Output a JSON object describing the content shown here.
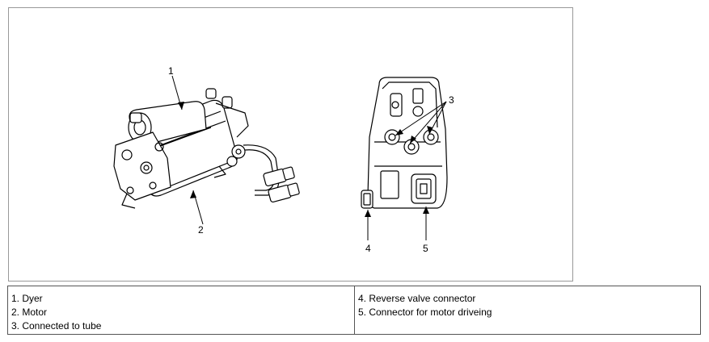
{
  "callouts": {
    "c1": "1",
    "c2": "2",
    "c3": "3",
    "c4": "4",
    "c5": "5"
  },
  "legend": {
    "left": [
      "1. Dyer",
      "2. Motor",
      "3. Connected to tube"
    ],
    "right": [
      "4. Reverse valve connector",
      "5. Connector for motor driveing"
    ]
  }
}
